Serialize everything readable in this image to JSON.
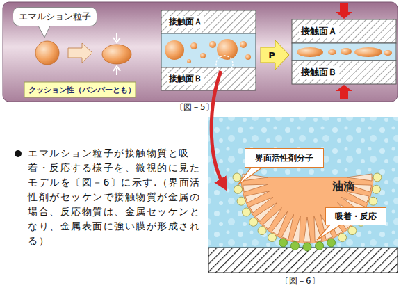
{
  "diagram": {
    "nodes": [
      {
        "text": [
          "エマルション粒子"
        ]
      },
      {
        "text": [
          "クッション性（バンパーとも）"
        ]
      },
      {
        "text": [
          "接触面Ａ"
        ]
      },
      {
        "text": [
          "接触面Ｂ"
        ]
      },
      {
        "text": [
          "P"
        ]
      },
      {
        "text": [
          "接触面Ａ"
        ]
      },
      {
        "text": [
          "接触面Ｂ"
        ]
      },
      {
        "text": [
          "界面活性剤分子"
        ]
      },
      {
        "text": [
          "吸着・反応"
        ]
      }
    ],
    "labels": [
      "〔図－5〕",
      "エマルション粒子が接触物質と吸着・反応する様子を、微視的に見たモデルを〔図－6〕に示す.（界面活性剤がセッケンで接触物質が金属の場合、反応物質は、金属セッケンとなり、金属表面に強い膜が形成される）",
      "〔図－6〕",
      "油滴"
    ]
  }
}
